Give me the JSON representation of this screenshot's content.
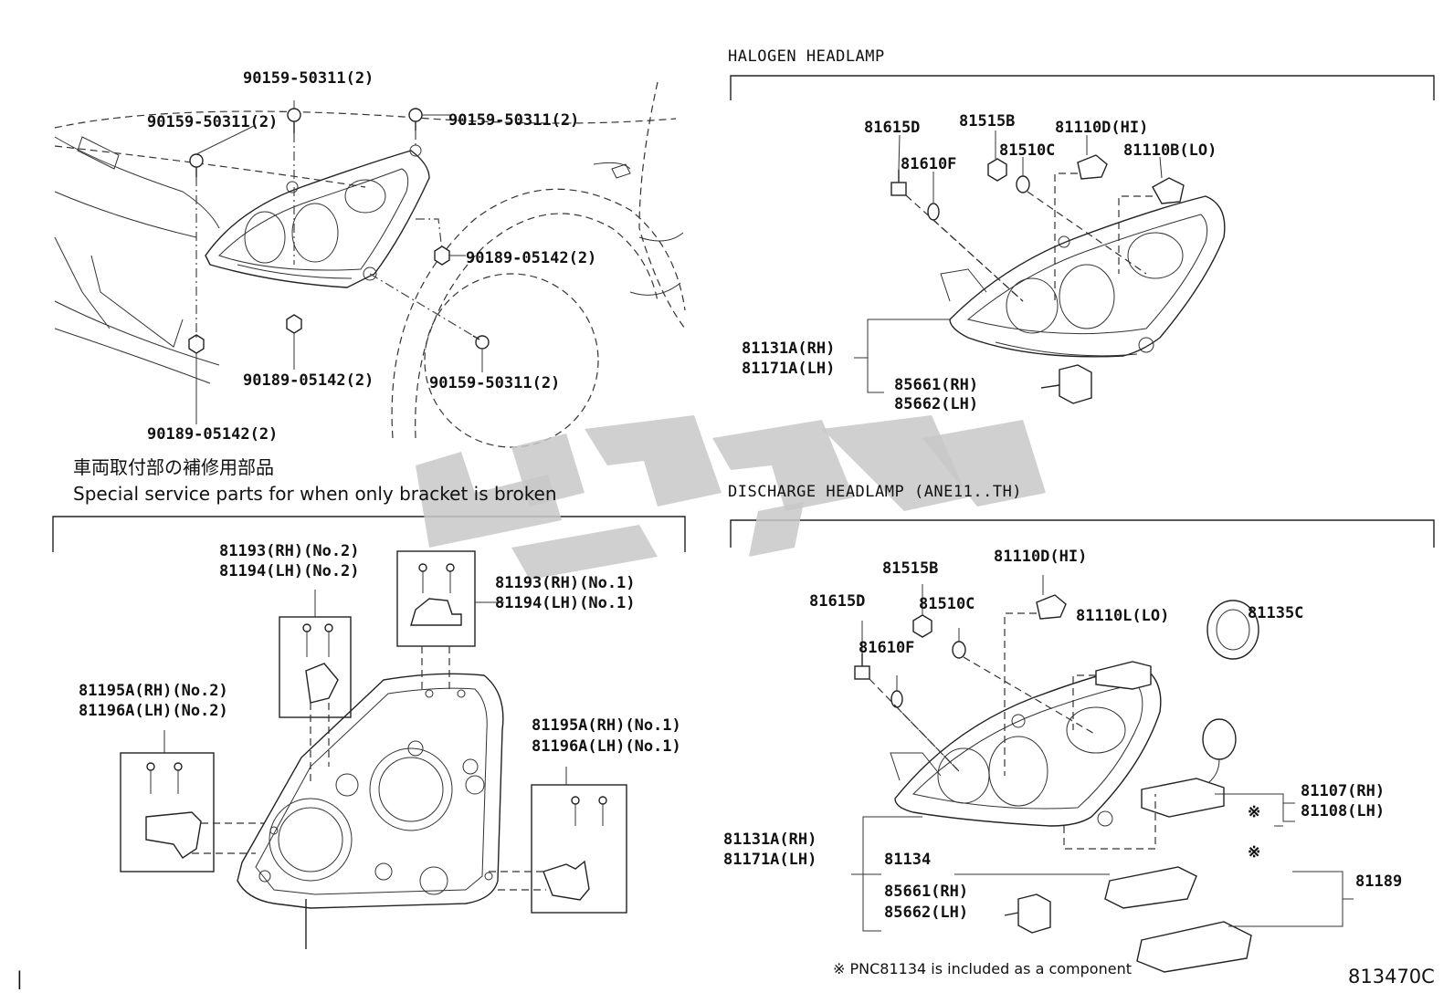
{
  "sections": {
    "halogen_title": "HALOGEN HEADLAMP",
    "discharge_title": "DISCHARGE HEADLAMP (ANE11..TH)",
    "special_jp": "車両取付部の補修用部品",
    "special_en": "Special service parts for when only bracket is broken"
  },
  "vehicle_callouts": {
    "bolt_top": "90159-50311(2)",
    "bolt_left": "90159-50311(2)",
    "bolt_right": "90159-50311(2)",
    "bolt_wheel": "90159-50311(2)",
    "nut_fender": "90189-05142(2)",
    "nut_mid": "90189-05142(2)",
    "nut_low": "90189-05142(2)"
  },
  "halogen_callouts": {
    "p81615D": "81615D",
    "p81515B": "81515B",
    "p81110D": "81110D(HI)",
    "p81610F": "81610F",
    "p81510C": "81510C",
    "p81110B": "81110B(LO)",
    "unit_rh": "81131A(RH)",
    "unit_lh": "81171A(LH)",
    "motor_rh": "85661(RH)",
    "motor_lh": "85662(LH)"
  },
  "bracket_callouts": {
    "b81193_no2": "81193(RH)(No.2)",
    "b81194_no2": "81194(LH)(No.2)",
    "b81193_no1": "81193(RH)(No.1)",
    "b81194_no1": "81194(LH)(No.1)",
    "b81195_no2": "81195A(RH)(No.2)",
    "b81196_no2": "81196A(LH)(No.2)",
    "b81195_no1": "81195A(RH)(No.1)",
    "b81196_no1": "81196A(LH)(No.1)"
  },
  "discharge_callouts": {
    "p81515B": "81515B",
    "p81110D": "81110D(HI)",
    "p81615D": "81615D",
    "p81510C": "81510C",
    "p81110L": "81110L(LO)",
    "p81135C": "81135C",
    "p81610F": "81610F",
    "p81107": "81107(RH)",
    "p81108": "81108(LH)",
    "unit_rh": "81131A(RH)",
    "unit_lh": "81171A(LH)",
    "p81134": "81134",
    "p81189": "81189",
    "motor_rh": "85661(RH)",
    "motor_lh": "85662(LH)",
    "mark1": "※",
    "mark2": "※"
  },
  "footer": {
    "note": "※ PNC81134 is included as a component",
    "figure_id": "813470C",
    "edge_mark": "|"
  }
}
